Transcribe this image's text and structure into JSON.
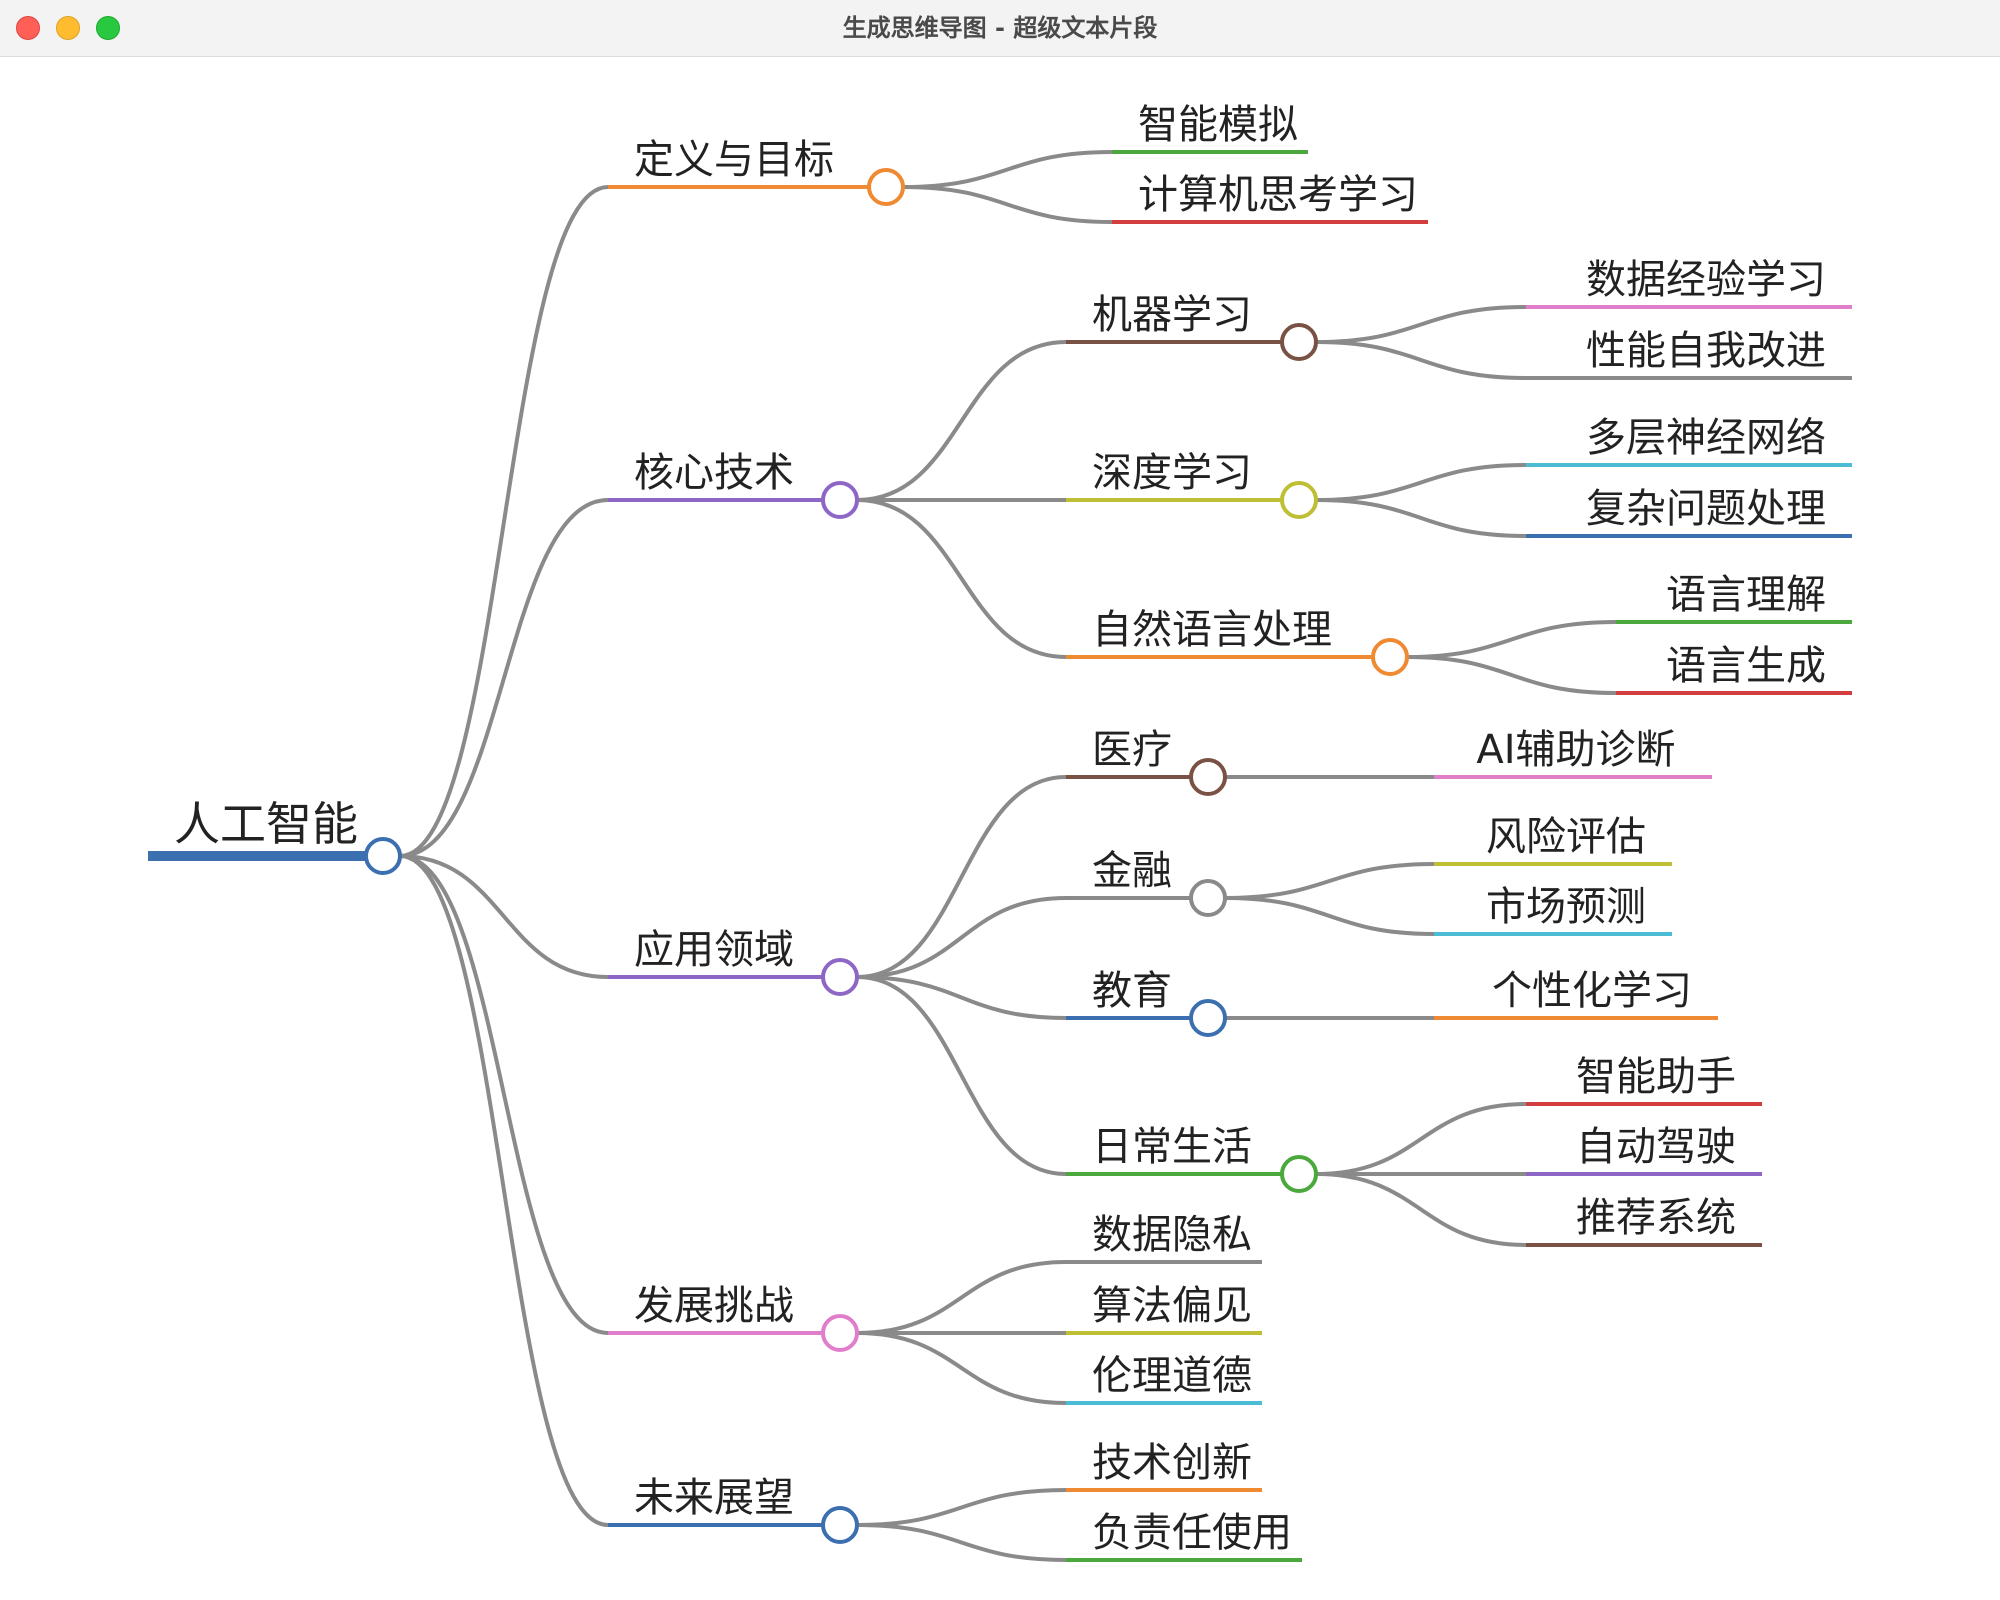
{
  "window": {
    "title": "生成思维导图 - 超级文本片段"
  },
  "mindmap": {
    "root": {
      "label": "人工智能",
      "color": "#3b6fb0",
      "children": [
        {
          "label": "定义与目标",
          "color": "#ef8a32",
          "children": [
            {
              "label": "智能模拟",
              "color": "#4aa83c",
              "children": []
            },
            {
              "label": "计算机思考学习",
              "color": "#d33d3d",
              "children": []
            }
          ]
        },
        {
          "label": "核心技术",
          "color": "#8e66c5",
          "children": [
            {
              "label": "机器学习",
              "color": "#7a5245",
              "children": [
                {
                  "label": "数据经验学习",
                  "color": "#e17ecc"
                },
                {
                  "label": "性能自我改进",
                  "color": "#8a8a8a"
                }
              ]
            },
            {
              "label": "深度学习",
              "color": "#bfbf36",
              "children": [
                {
                  "label": "多层神经网络",
                  "color": "#4bbcd4"
                },
                {
                  "label": "复杂问题处理",
                  "color": "#3b6fb0"
                }
              ]
            },
            {
              "label": "自然语言处理",
              "color": "#ef8a32",
              "children": [
                {
                  "label": "语言理解",
                  "color": "#4aa83c"
                },
                {
                  "label": "语言生成",
                  "color": "#d33d3d"
                }
              ]
            }
          ]
        },
        {
          "label": "应用领域",
          "color": "#8e66c5",
          "children": [
            {
              "label": "医疗",
              "color": "#7a5245",
              "children": [
                {
                  "label": "AI辅助诊断",
                  "color": "#e17ecc"
                }
              ]
            },
            {
              "label": "金融",
              "color": "#8a8a8a",
              "children": [
                {
                  "label": "风险评估",
                  "color": "#bfbf36"
                },
                {
                  "label": "市场预测",
                  "color": "#4bbcd4"
                }
              ]
            },
            {
              "label": "教育",
              "color": "#3b6fb0",
              "children": [
                {
                  "label": "个性化学习",
                  "color": "#ef8a32"
                }
              ]
            },
            {
              "label": "日常生活",
              "color": "#4aa83c",
              "children": [
                {
                  "label": "智能助手",
                  "color": "#d33d3d"
                },
                {
                  "label": "自动驾驶",
                  "color": "#8e66c5"
                },
                {
                  "label": "推荐系统",
                  "color": "#7a5245"
                }
              ]
            }
          ]
        },
        {
          "label": "发展挑战",
          "color": "#e17ecc",
          "children": [
            {
              "label": "数据隐私",
              "color": "#8a8a8a",
              "children": []
            },
            {
              "label": "算法偏见",
              "color": "#bfbf36",
              "children": []
            },
            {
              "label": "伦理道德",
              "color": "#4bbcd4",
              "children": []
            }
          ]
        },
        {
          "label": "未来展望",
          "color": "#3b6fb0",
          "children": [
            {
              "label": "技术创新",
              "color": "#ef8a32",
              "children": []
            },
            {
              "label": "负责任使用",
              "color": "#4aa83c",
              "children": []
            }
          ]
        }
      ]
    }
  }
}
